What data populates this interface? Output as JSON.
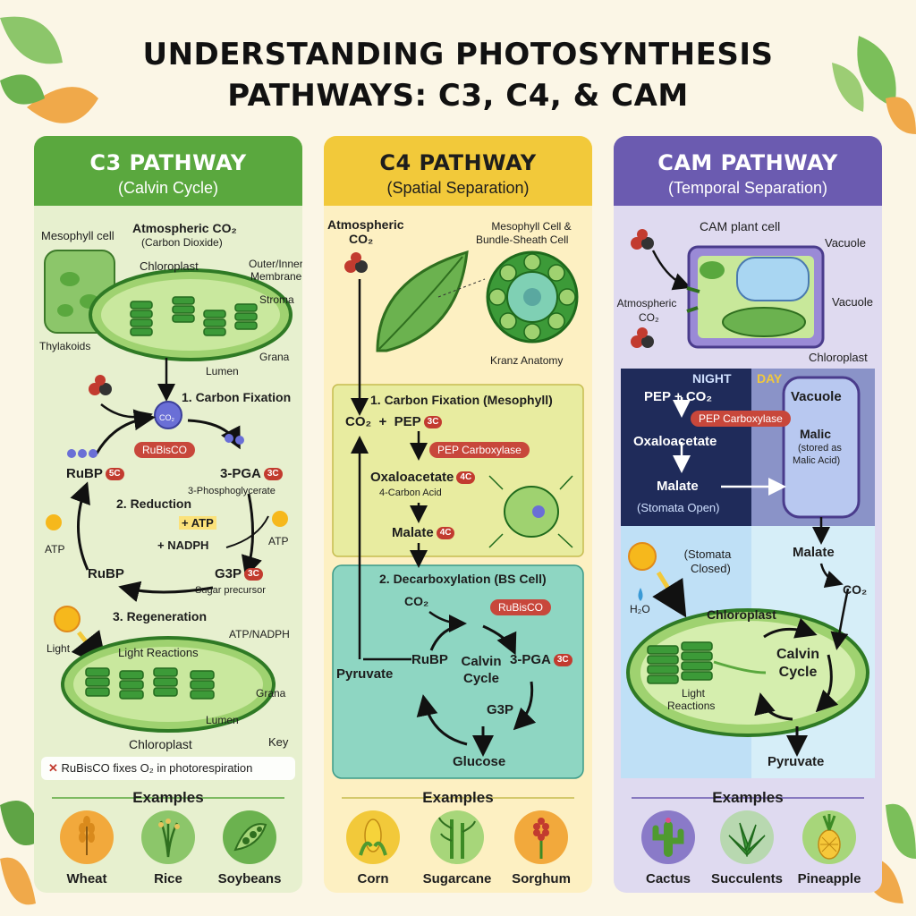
{
  "title": {
    "line1": "UNDERSTANDING PHOTOSYNTHESIS",
    "line2": "PATHWAYS: C3, C4, & CAM"
  },
  "colors": {
    "c3": "#5aa83e",
    "c4": "#f2c93a",
    "cam": "#6b5bb0",
    "badge": "#c23b2f",
    "bg": "#fbf6e6"
  },
  "c3": {
    "title": "C3 PATHWAY",
    "subtitle": "(Calvin Cycle)",
    "mesophyll": "Mesophyll cell",
    "atm_co2": "Atmospheric CO₂",
    "carbon_dioxide": "(Carbon Dioxide)",
    "chloroplast": "Chloroplast",
    "outer_inner": "Outer/Inner",
    "membrane": "Membrane",
    "stroma": "Stroma",
    "thylakoids": "Thylakoids",
    "grana": "Grana",
    "lumen": "Lumen",
    "step1": "1. Carbon Fixation",
    "co2": "CO₂",
    "rubisco": "RuBisCO",
    "rubp": "RuBP",
    "rubp_badge": "5C",
    "pga": "3-PGA",
    "pga_badge": "3C",
    "pga_full": "3-Phosphoglycerate",
    "step2": "2. Reduction",
    "atp_plus": "+ ATP",
    "nadph_plus": "+ NADPH",
    "atp": "ATP",
    "g3p": "G3P",
    "g3p_badge": "3C",
    "sugar": "Sugar precursor",
    "step3": "3. Regeneration",
    "light": "Light",
    "light_reactions": "Light Reactions",
    "atp_nadph": "ATP/NADPH",
    "key": "Key",
    "note": "RuBisCO fixes O₂ in photorespiration",
    "examples_title": "Examples",
    "examples": [
      {
        "name": "Wheat",
        "icon": "wheat-icon"
      },
      {
        "name": "Rice",
        "icon": "rice-icon"
      },
      {
        "name": "Soybeans",
        "icon": "soybean-icon"
      }
    ]
  },
  "c4": {
    "title": "C4 PATHWAY",
    "subtitle": "(Spatial Separation)",
    "atm": "Atmospheric",
    "co2": "CO₂",
    "mesophyll_bs_1": "Mesophyll Cell &",
    "mesophyll_bs_2": "Bundle-Sheath Cell",
    "kranz": "Kranz Anatomy",
    "step1": "1. Carbon Fixation (Mesophyll)",
    "plus": "+",
    "pep": "PEP",
    "pep_badge": "3C",
    "pep_carboxylase": "PEP Carboxylase",
    "oxaloacetate": "Oxaloacetate",
    "oxalo_badge": "4C",
    "four_carbon": "4-Carbon Acid",
    "malate": "Malate",
    "malate_badge": "4C",
    "step2": "2. Decarboxylation (BS Cell)",
    "rubisco": "RuBisCO",
    "rubp": "RuBP",
    "pga": "3-PGA",
    "pga_badge": "3C",
    "calvin": "Calvin",
    "cycle": "Cycle",
    "pyruvate": "Pyruvate",
    "g3p": "G3P",
    "glucose": "Glucose",
    "examples_title": "Examples",
    "examples": [
      {
        "name": "Corn",
        "icon": "corn-icon"
      },
      {
        "name": "Sugarcane",
        "icon": "sugarcane-icon"
      },
      {
        "name": "Sorghum",
        "icon": "sorghum-icon"
      }
    ]
  },
  "cam": {
    "title": "CAM PATHWAY",
    "subtitle": "(Temporal Separation)",
    "cam_cell": "CAM plant cell",
    "vacuole": "Vacuole",
    "atm": "Atmospheric",
    "co2": "CO₂",
    "chloroplast": "Chloroplast",
    "night": "NIGHT",
    "day": "DAY",
    "pep_co2": "PEP + CO₂",
    "pep_carboxylase": "PEP Carboxylase",
    "oxaloacetate": "Oxaloacetate",
    "malate": "Malate",
    "stomata_open": "(Stomata Open)",
    "malic": "Malic",
    "stored_as": "(stored as",
    "malic_acid": "Malic Acid)",
    "stomata_closed_1": "(Stomata",
    "stomata_closed_2": "Closed)",
    "h2o": "H₂O",
    "light_1": "Light",
    "light_2": "Reactions",
    "calvin": "Calvin",
    "cycle": "Cycle",
    "pyruvate": "Pyruvate",
    "examples_title": "Examples",
    "examples": [
      {
        "name": "Cactus",
        "icon": "cactus-icon"
      },
      {
        "name": "Succulents",
        "icon": "succulent-icon"
      },
      {
        "name": "Pineapple",
        "icon": "pineapple-icon"
      }
    ]
  }
}
